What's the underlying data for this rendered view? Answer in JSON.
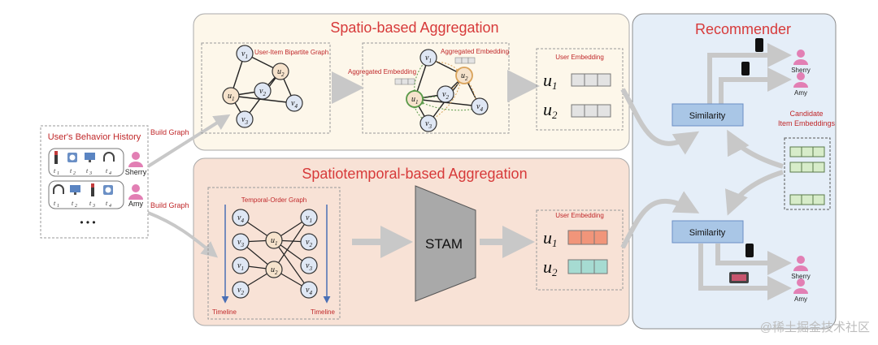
{
  "behavior": {
    "title": "User's Behavior History",
    "users": [
      "Sherry",
      "Amy"
    ],
    "time_labels": [
      "t1",
      "t2",
      "t3",
      "t4"
    ],
    "ellipsis": "• • •",
    "build_graph": "Build Graph"
  },
  "spatio": {
    "title": "Spatio-based Aggregation",
    "bipartite_label": "User-Item Bipartite Graph",
    "aggregated_embedding": "Aggregated Embedding",
    "user_embedding": "User Embedding"
  },
  "spatiotemporal": {
    "title": "Spatiotemporal-based Aggregation",
    "temporal_label": "Temporal-Order Graph",
    "timeline": "Timeline",
    "stam": "STAM",
    "user_embedding": "User Embedding"
  },
  "recommender": {
    "title": "Recommender",
    "similarity": "Similarity",
    "candidate": [
      "Candidate",
      "Item Embeddings"
    ],
    "users": [
      "Sherry",
      "Amy"
    ]
  },
  "nodes": {
    "u1": "u",
    "u2": "u",
    "v": "v"
  },
  "embeddings": {
    "u1": "u",
    "u2": "u",
    "sub1": "1",
    "sub2": "2"
  },
  "watermark": "@稀土掘金技术社区",
  "colors": {
    "top_bg": "#fdf7ea",
    "bottom_bg": "#f8e2d6",
    "rec_bg": "#e5eef8",
    "title_red": "#d73a3a",
    "label_red": "#c0282a",
    "node_v": "#dfe7f4",
    "node_u": "#f6e3cc",
    "sim_box": "#a9c6e6",
    "cand": "#d7ecc9",
    "emb_orange": "#f1957a",
    "emb_teal": "#a6dbd2",
    "arrow": "#c8c8c8",
    "stam": "#a9a9a9",
    "user_pink": "#e27fb4"
  }
}
